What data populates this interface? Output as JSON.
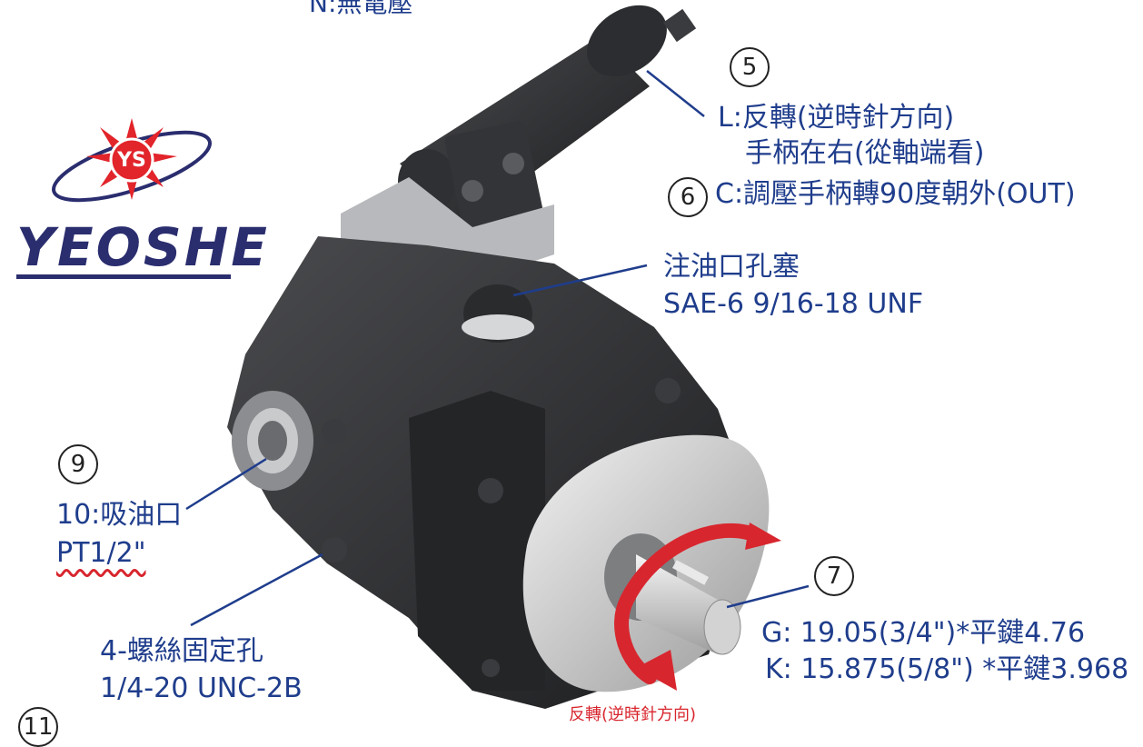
{
  "logo": {
    "emblem_text": "YS",
    "brand": "YEOSHE"
  },
  "top_partial": "N:無電壓",
  "callouts": {
    "c5": {
      "num": "5",
      "line1": "L:反轉(逆時針方向)",
      "line2": "手柄在右(從軸端看)"
    },
    "c6": {
      "num": "6",
      "text": "C:調壓手柄轉90度朝外(OUT)"
    },
    "fill_port": {
      "line1": "注油口孔塞",
      "line2": "SAE-6  9/16-18 UNF"
    },
    "c9": {
      "num": "9",
      "line1": "10:吸油口",
      "line2": "PT1/2\""
    },
    "mount": {
      "line1": "4-螺絲固定孔",
      "line2": "1/4-20 UNC-2B"
    },
    "c7": {
      "num": "7",
      "line1": "G: 19.05(3/4\")*平鍵4.76",
      "line2": "K: 15.875(5/8\") *平鍵3.968"
    },
    "c11": {
      "num": "11"
    }
  },
  "rotation_label": "反轉(逆時針方向)",
  "colors": {
    "callout_text": "#1f3d8c",
    "arrow_red": "#d8262e",
    "body_dark": "#2b2c2e",
    "logo_navy": "#2a2d6e"
  }
}
